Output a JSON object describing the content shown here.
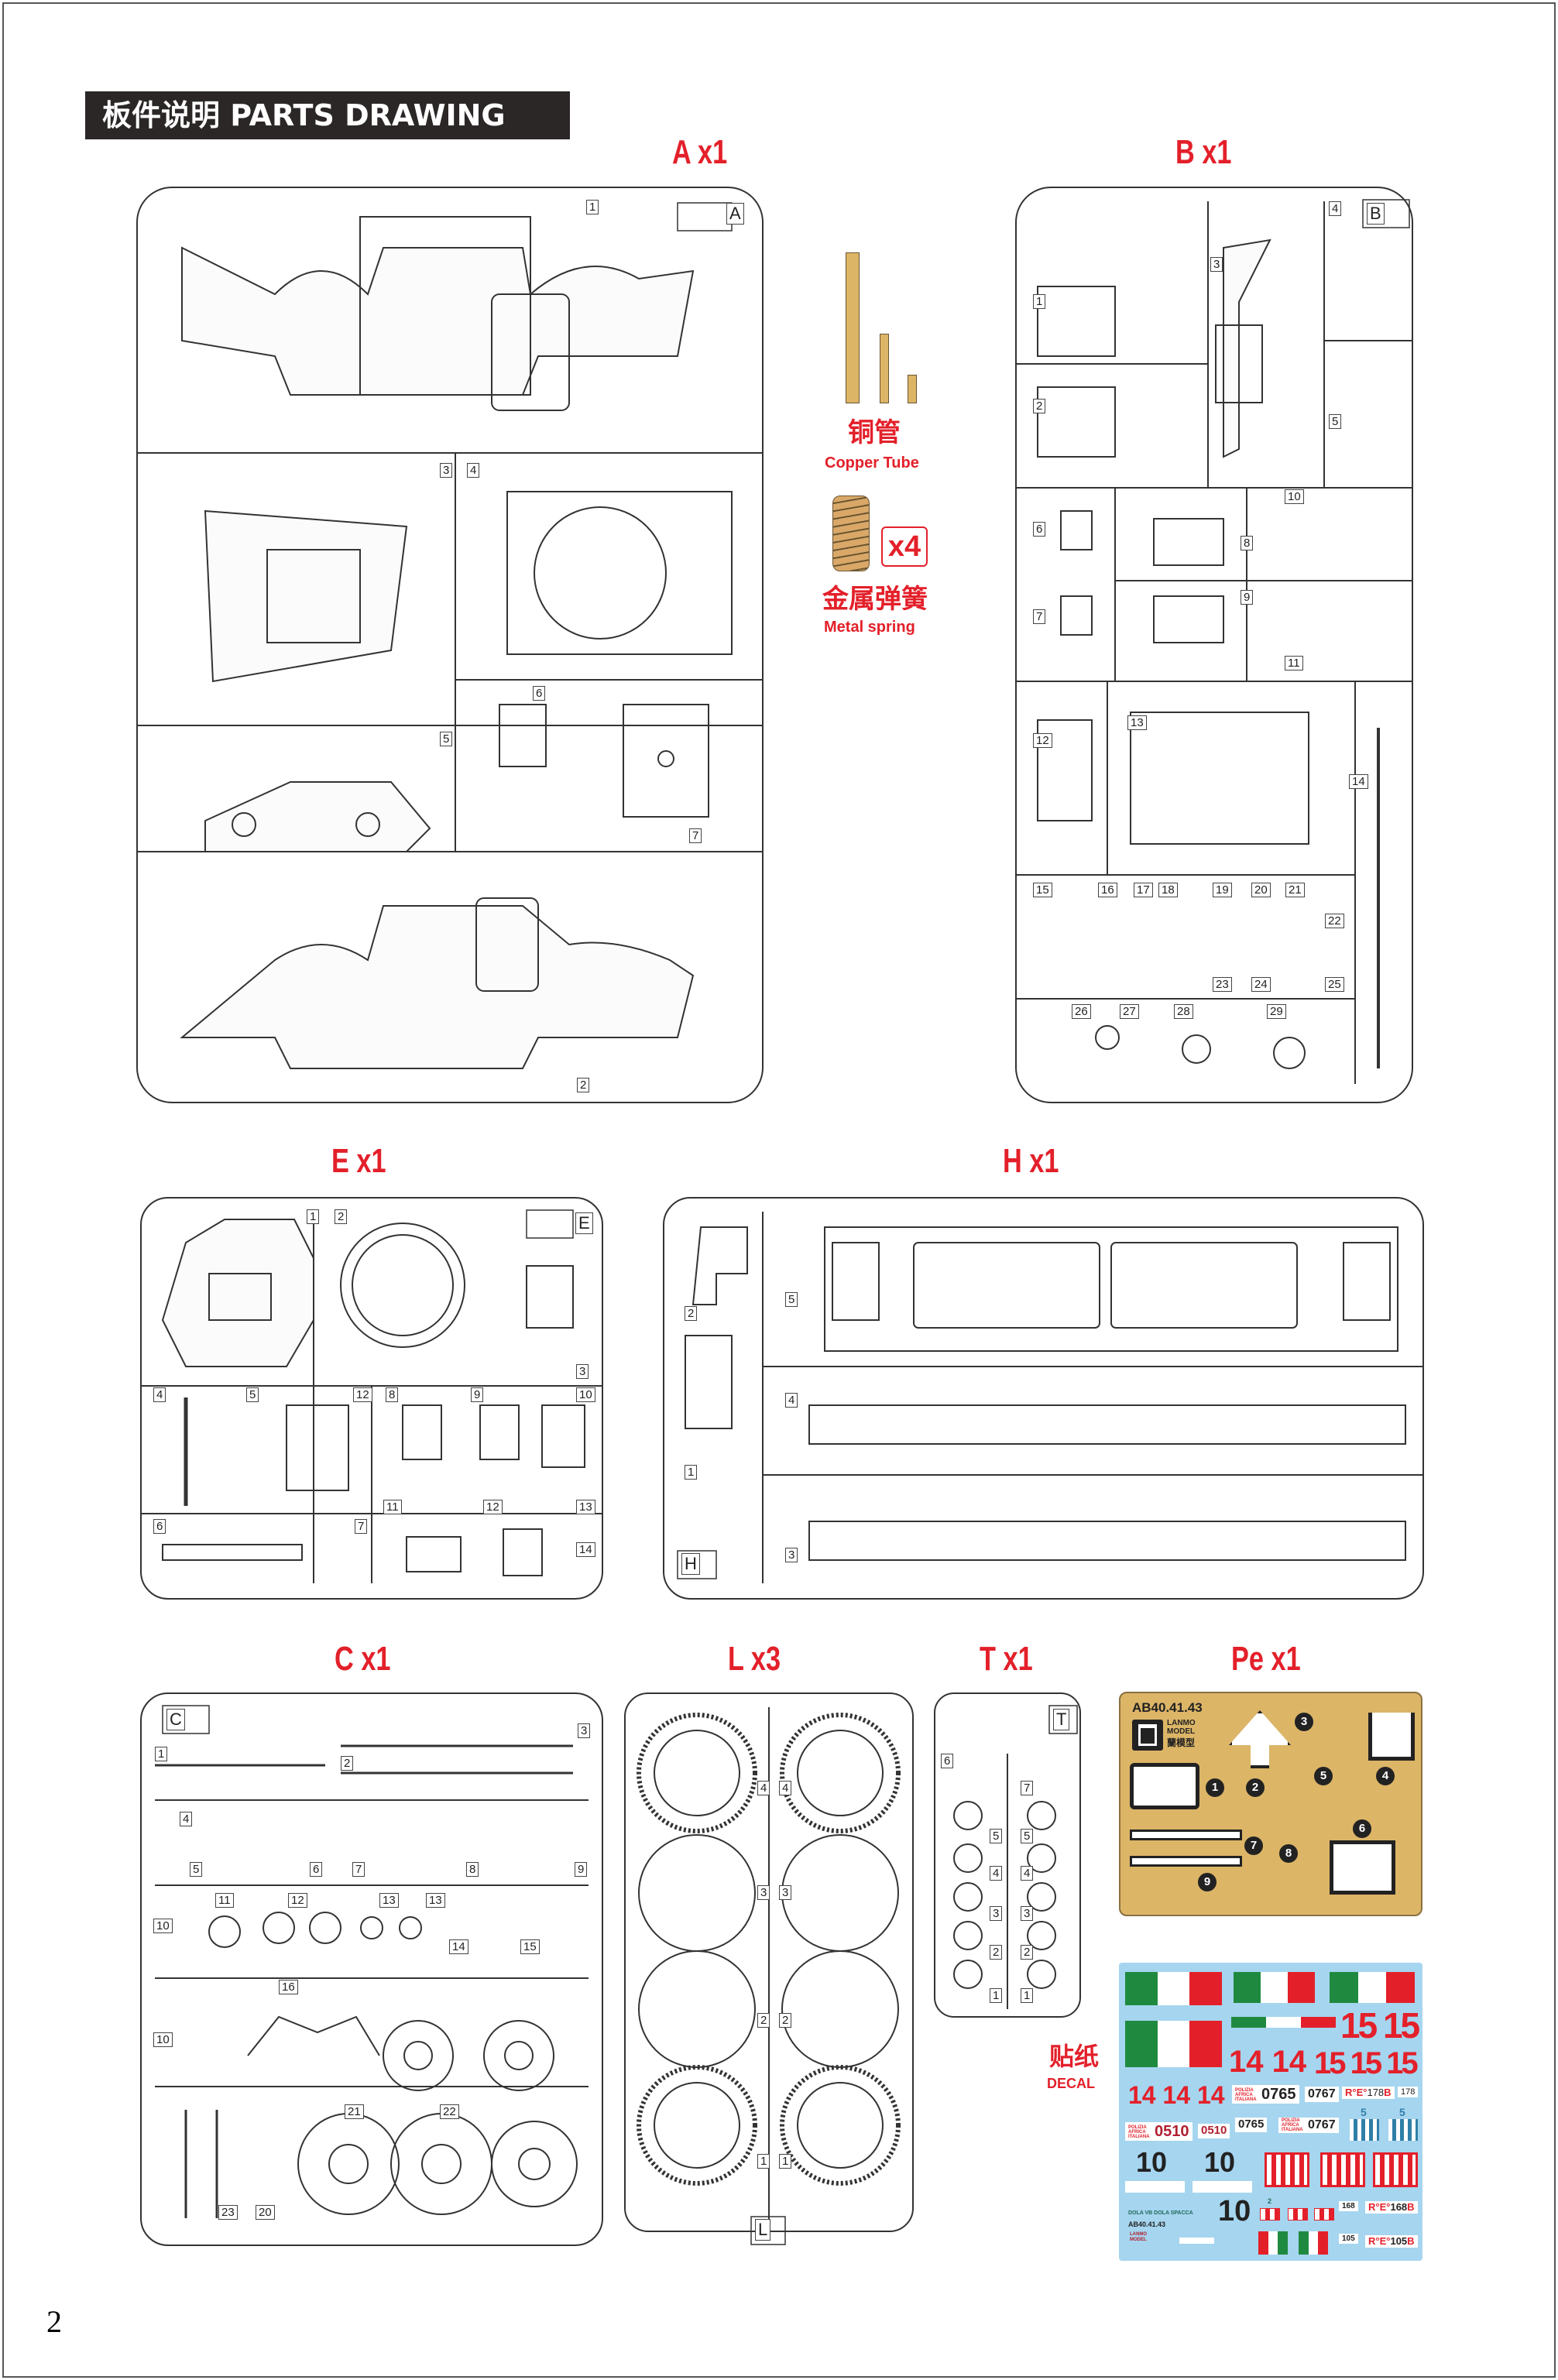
{
  "header": {
    "title": "板件说明 PARTS DRAWING"
  },
  "page_number": "2",
  "sprues": {
    "A": {
      "title": "A x1",
      "letter": "A",
      "part_numbers": [
        "1",
        "3",
        "4",
        "5",
        "6",
        "7",
        "2"
      ]
    },
    "B": {
      "title": "B x1",
      "letter": "B",
      "part_numbers": [
        "1",
        "2",
        "3",
        "4",
        "5",
        "6",
        "7",
        "8",
        "9",
        "10",
        "11",
        "12",
        "13",
        "14",
        "15",
        "16",
        "17",
        "18",
        "19",
        "20",
        "21",
        "22",
        "23",
        "24",
        "25",
        "26",
        "27",
        "28",
        "29"
      ]
    },
    "E": {
      "title": "E x1",
      "letter": "E",
      "part_numbers": [
        "1",
        "2",
        "3",
        "4",
        "5",
        "12",
        "8",
        "9",
        "10",
        "6",
        "7",
        "11",
        "12",
        "13",
        "14"
      ]
    },
    "H": {
      "title": "H x1",
      "letter": "H",
      "part_numbers": [
        "5",
        "2",
        "4",
        "1",
        "3"
      ]
    },
    "C": {
      "title": "C x1",
      "letter": "C",
      "part_numbers": [
        "1",
        "2",
        "3",
        "4",
        "5",
        "6",
        "7",
        "8",
        "9",
        "10",
        "11",
        "12",
        "13",
        "13",
        "14",
        "15",
        "16",
        "10",
        "21",
        "22",
        "23",
        "20"
      ]
    },
    "L": {
      "title": "L x3",
      "letter": "L",
      "part_numbers": [
        "4",
        "4",
        "3",
        "3",
        "2",
        "2",
        "1",
        "1"
      ]
    },
    "T": {
      "title": "T x1",
      "letter": "T",
      "part_numbers": [
        "6",
        "7",
        "5",
        "5",
        "4",
        "4",
        "3",
        "3",
        "2",
        "2",
        "1",
        "1"
      ]
    }
  },
  "extras": {
    "copper_tube": {
      "cn": "铜管",
      "en": "Copper Tube"
    },
    "metal_spring": {
      "cn": "金属弹簧",
      "en": "Metal spring",
      "qty": "x4"
    }
  },
  "pe": {
    "title": "Pe x1",
    "code": "AB40.41.43",
    "brand": "LANMO MODEL",
    "brand_cn": "蘭模型",
    "part_numbers": [
      "1",
      "2",
      "3",
      "4",
      "5",
      "6",
      "7",
      "8",
      "9"
    ]
  },
  "decal": {
    "label_cn": "贴纸",
    "label_en": "DECAL",
    "code": "AB40.41.43",
    "brand": "LANMO MODEL",
    "numbers": {
      "n15": "15",
      "n14": "14",
      "n10": "10",
      "n5": "5",
      "n2": "2"
    },
    "police": "POLIZIA AFRICA ITALIANA",
    "plates": [
      "0765",
      "0767",
      "0510",
      "0765",
      "0767",
      "0510"
    ],
    "re_prefix": "R°E°",
    "re_plates": [
      "178",
      "178",
      "168",
      "168",
      "105",
      "105"
    ],
    "re_suffix": "B",
    "slogan": "DOLA VB DOLA SPACCA"
  },
  "colors": {
    "accent": "#e3202a",
    "header_bg": "#2b2726",
    "pe_brass": "#dcb567",
    "decal_bg": "#a6d5ef",
    "it_green": "#1f8a3f"
  }
}
